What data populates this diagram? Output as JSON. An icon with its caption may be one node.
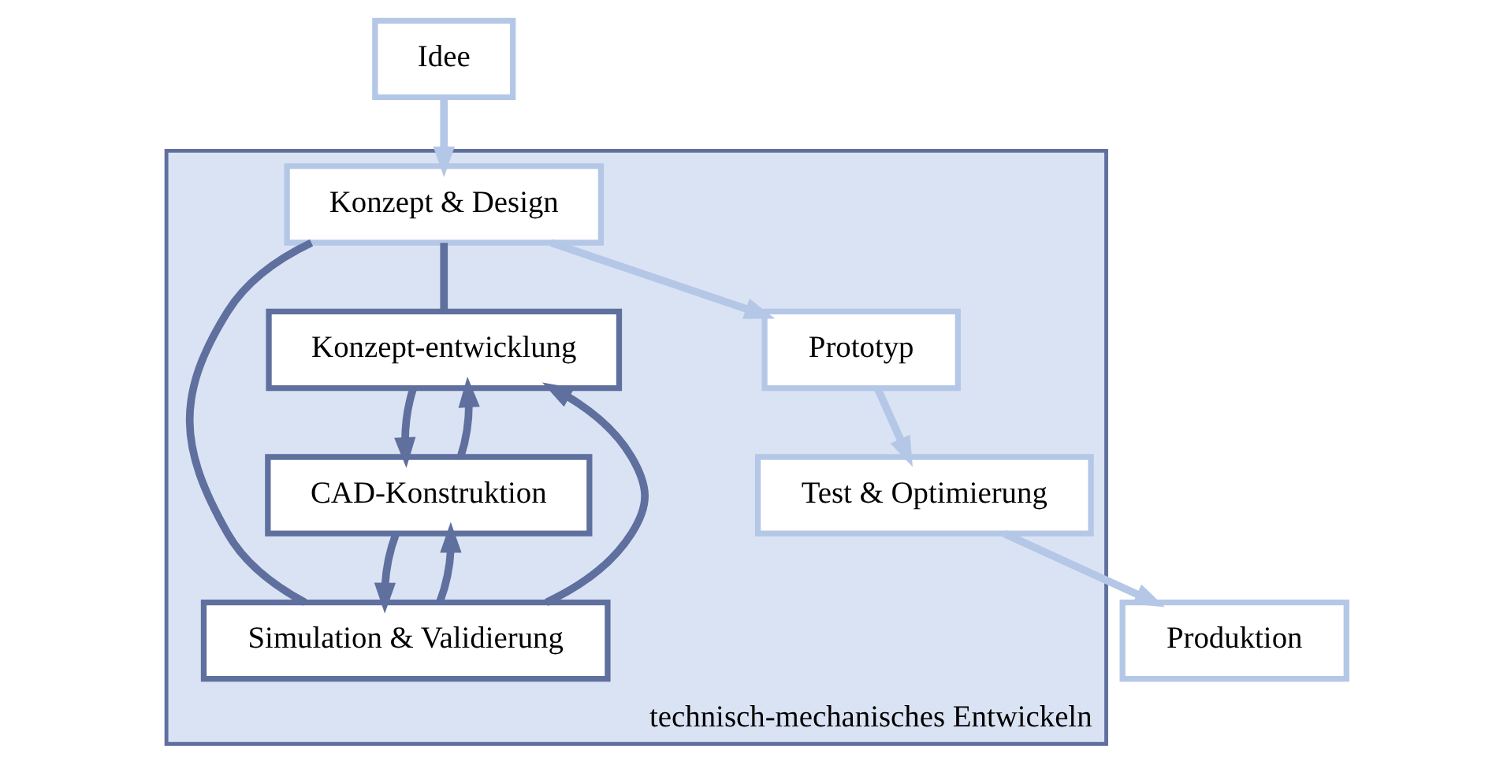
{
  "diagram": {
    "nodes": [
      {
        "text": [
          "Idee"
        ]
      },
      {
        "text": [
          "technisch-mechanisches Entwickeln"
        ]
      },
      {
        "text": [
          "Konzept & Design"
        ],
        "in": 1
      },
      {
        "text": [
          "Prototyp"
        ],
        "in": 1
      },
      {
        "text": [
          "Test & Optimierung"
        ],
        "in": 1
      },
      {
        "text": [
          "Produktion"
        ]
      },
      {
        "text": [
          "Konzept-entwicklung"
        ],
        "in": 1
      },
      {
        "text": [
          "CAD-Konstruktion"
        ],
        "in": 1
      },
      {
        "text": [
          "Simulation & Validierung"
        ],
        "in": 1
      }
    ],
    "edges": [
      {
        "from": 0,
        "to": 2,
        "arrow": "to",
        "color": "#b4c7e7"
      },
      {
        "from": 2,
        "to": 3,
        "arrow": "to",
        "color": "#b4c7e7"
      },
      {
        "from": 3,
        "to": 4,
        "arrow": "to",
        "color": "#b4c7e7"
      },
      {
        "from": 4,
        "to": 5,
        "arrow": "to",
        "color": "#b4c7e7"
      },
      {
        "from": 2,
        "to": 6,
        "arrow": "none"
      },
      {
        "from": 2,
        "to": 8,
        "arrow": "none"
      },
      {
        "from": 6,
        "to": 7,
        "arrow": "to"
      },
      {
        "from": 7,
        "to": 8,
        "arrow": "to"
      },
      {
        "from": 7,
        "to": 6,
        "arrow": "to"
      },
      {
        "from": 8,
        "to": 7,
        "arrow": "to"
      },
      {
        "from": 8,
        "to": 6,
        "arrow": "to"
      }
    ]
  }
}
